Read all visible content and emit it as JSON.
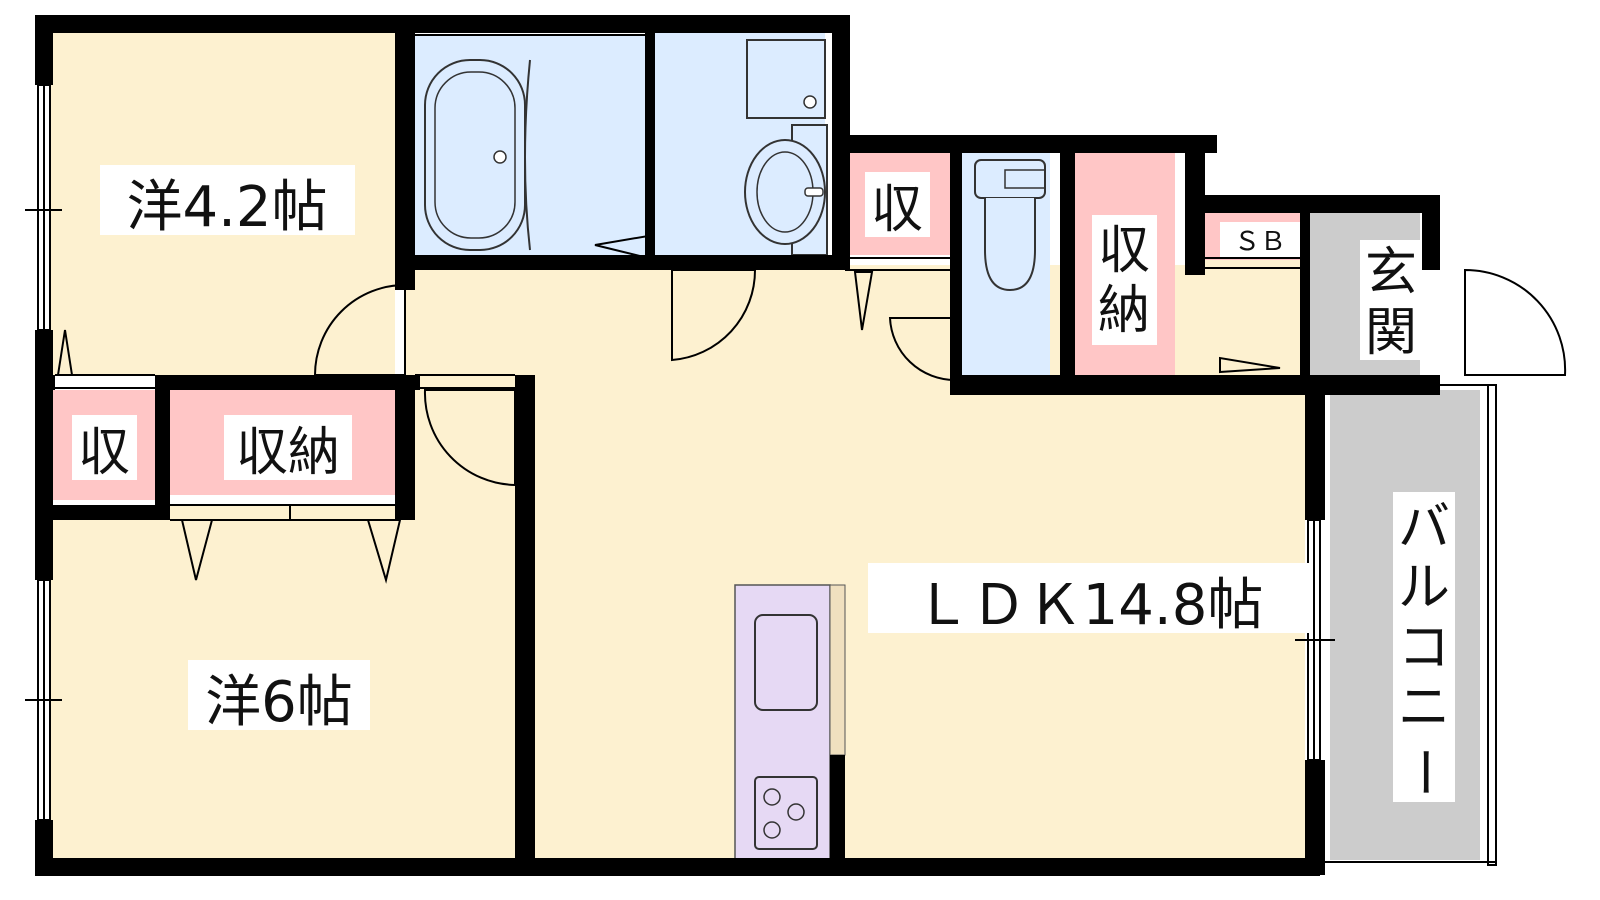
{
  "rooms": {
    "western_4_2": {
      "label": "洋4.2帖"
    },
    "western_6": {
      "label": "洋6帖"
    },
    "ldk": {
      "label": "ＬＤＫ14.8帖"
    },
    "storage_small_left": {
      "label": "収"
    },
    "storage_left": {
      "label": "収納"
    },
    "storage_small_center": {
      "label": "収"
    },
    "storage_right": {
      "label_1": "収",
      "label_2": "納"
    },
    "shoe_box": {
      "label": "ＳＢ"
    },
    "entrance": {
      "label_1": "玄",
      "label_2": "関"
    },
    "balcony": {
      "label_1": "バ",
      "label_2": "ル",
      "label_3": "コ",
      "label_4": "ニ",
      "label_5": "ー"
    }
  },
  "colors": {
    "room": "#fdf1d0",
    "wet_area": "#dcecff",
    "storage": "#ffc6c6",
    "balcony": "#cccccc",
    "entrance": "#cccccc",
    "kitchen": "#e6d9f4",
    "wall": "#000000"
  }
}
